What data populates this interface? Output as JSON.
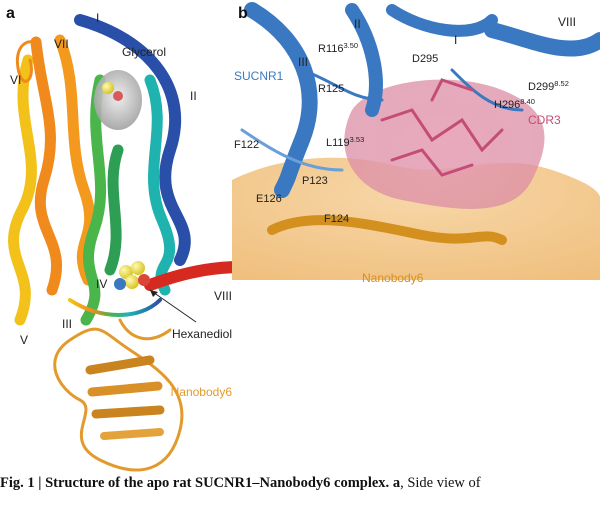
{
  "panel_a": {
    "panel_letter": "a",
    "helix_labels": [
      "I",
      "II",
      "III",
      "IV",
      "V",
      "VI",
      "VII",
      "VIII"
    ],
    "glycerol_label": "Glycerol",
    "hexanediol_label": "Hexanediol",
    "nanobody_label": "Nanobody6"
  },
  "panel_b": {
    "panel_letter": "b",
    "helix_labels": [
      "II",
      "I",
      "III",
      "VIII"
    ],
    "receptor_label": "SUCNR1",
    "cdr_label": "CDR3",
    "nanobody_label": "Nanobody6",
    "residues": {
      "r116": "R116",
      "r116_sup": "3.50",
      "d295": "D295",
      "d299": "D299",
      "d299_sup": "8.52",
      "r125": "R125",
      "h296": "H296",
      "h296_sup": "8.40",
      "f122": "F122",
      "l119": "L119",
      "l119_sup": "3.53",
      "p123": "P123",
      "e126": "E126",
      "f124": "F124"
    }
  },
  "caption": {
    "bold": "Fig. 1 | Structure of the apo rat SUCNR1–Nanobody6 complex. ",
    "bold_a": "a",
    "rest": ", Side view of"
  },
  "colors": {
    "sucnr1_blue": "#3a78c2",
    "nanobody_orange": "#e39a2c",
    "cdr3_pink": "#c44d78",
    "helix8_red": "#d62a20",
    "glycerol_grey": "#c8c8c8",
    "hexanediol_yellow": "#f1e33a"
  }
}
